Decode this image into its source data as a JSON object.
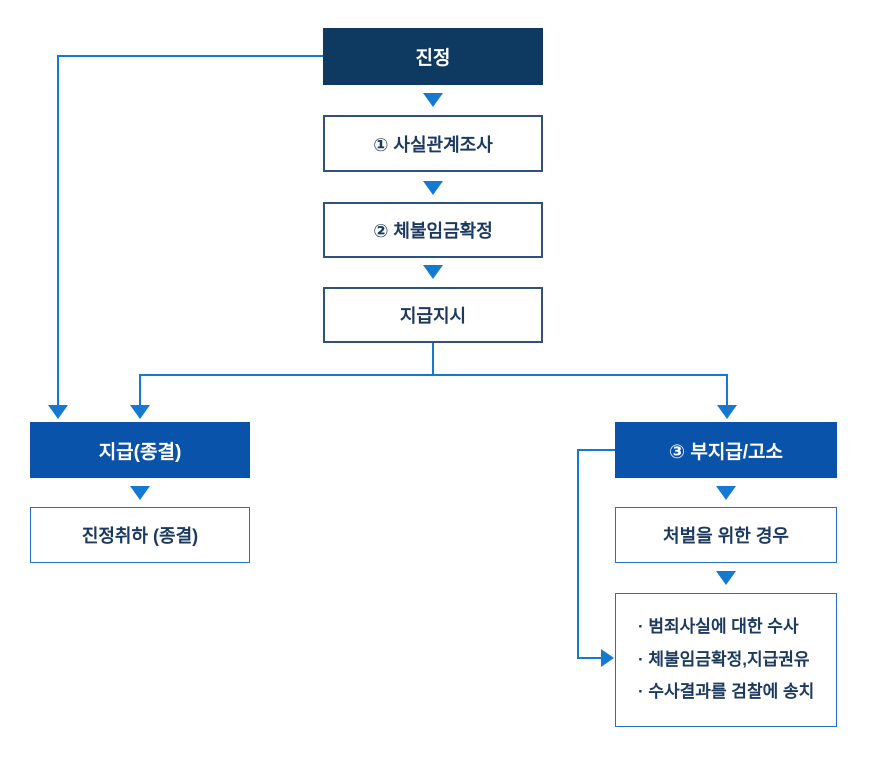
{
  "nodes": {
    "complaint": "진정",
    "step1": "① 사실관계조사",
    "step2": "② 체불임금확정",
    "payment_order": "지급지시",
    "payment_closed": "지급(종결)",
    "withdrawal": "진정취하 (종결)",
    "nonpayment_accusation": "③ 부지급/고소",
    "punishment_case": "처벌을 위한 경우",
    "investigation_actions": {
      "items": [
        "· 범죄사실에 대한 수사",
        "· 체불임금확정,지급권유",
        "· 수사결과를 검찰에 송치"
      ]
    }
  },
  "colors": {
    "line": "#147ad1",
    "fillNavy": "#0e3a62",
    "fillBlue": "#0a53ab",
    "borderSteel": "#2f517a",
    "borderBlue": "#2471c4",
    "textNavy": "#1c3a5f"
  }
}
